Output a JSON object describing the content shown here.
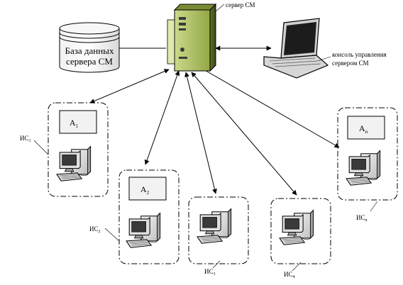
{
  "database": {
    "line1": "База данных",
    "line2": "сервера СМ"
  },
  "server": {
    "label": "сервер СМ"
  },
  "console": {
    "line1": "консоль управления",
    "line2": "сервером СМ"
  },
  "clusters": [
    {
      "label": "ИС",
      "label_sub": "1",
      "agent": "A",
      "agent_sub": "1"
    },
    {
      "label": "ИС",
      "label_sub": "2",
      "agent": "A",
      "agent_sub": "2"
    },
    {
      "label": "ИС",
      "label_sub": "3",
      "agent": "",
      "agent_sub": ""
    },
    {
      "label": "ИС",
      "label_sub": "4",
      "agent": "",
      "agent_sub": ""
    },
    {
      "label": "ИС",
      "label_sub": "n",
      "agent": "A",
      "agent_sub": "n"
    }
  ]
}
